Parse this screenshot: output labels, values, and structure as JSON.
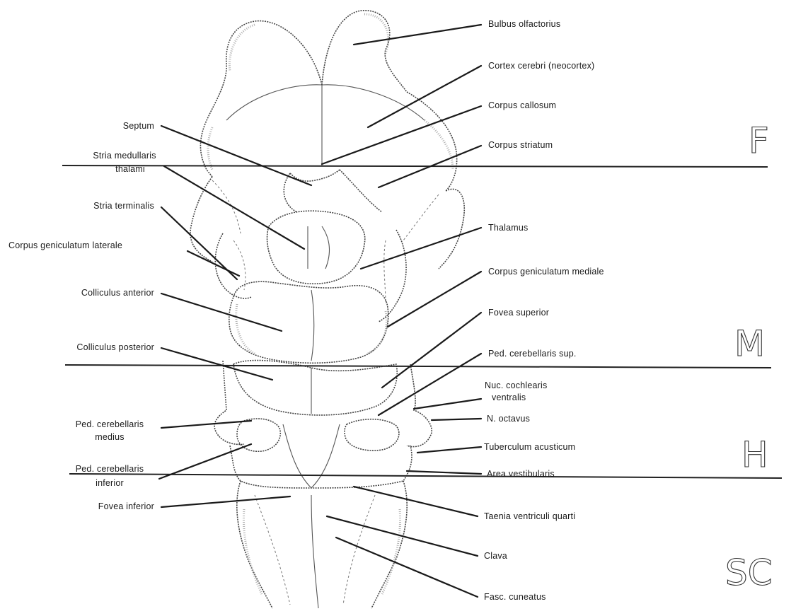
{
  "labels": {
    "bulbus_olfactorius": "Bulbus olfactorius",
    "cortex_cerebri": "Cortex cerebri (neocortex)",
    "corpus_callosum": "Corpus callosum",
    "corpus_striatum": "Corpus striatum",
    "thalamus": "Thalamus",
    "corpus_geniculatum_mediale": "Corpus geniculatum  mediale",
    "fovea_superior": "Fovea superior",
    "ped_cerebellaris_sup": "Ped. cerebellaris sup.",
    "nuc_cochlearis_line1": "Nuc. cochlearis",
    "nuc_cochlearis_line2": "ventralis",
    "n_octavus": "N. octavus",
    "tuberculum_acusticum": "Tuberculum acusticum",
    "area_vestibularis": "Area vestibularis",
    "taenia_ventriculi_quarti": "Taenia ventriculi quarti",
    "clava": "Clava",
    "fasc_cuneatus": "Fasc. cuneatus",
    "septum": "Septum",
    "stria_medullaris_line1": "Stria medullaris",
    "stria_medullaris_line2": "thalami",
    "stria_terminalis": "Stria terminalis",
    "corpus_geniculatum_laterale": "Corpus geniculatum  laterale",
    "colliculus_anterior": "Colliculus anterior",
    "colliculus_posterior": "Colliculus posterior",
    "ped_cerebellaris_medius_line1": "Ped. cerebellaris",
    "ped_cerebellaris_medius_line2": "medius",
    "ped_cerebellaris_inferior_line1": "Ped. cerebellaris",
    "ped_cerebellaris_inferior_line2": "inferior",
    "fovea_inferior": "Fovea inferior"
  },
  "regions": {
    "forebrain": "F",
    "midbrain": "M",
    "hindbrain": "H",
    "spinal_cord": "SC"
  }
}
